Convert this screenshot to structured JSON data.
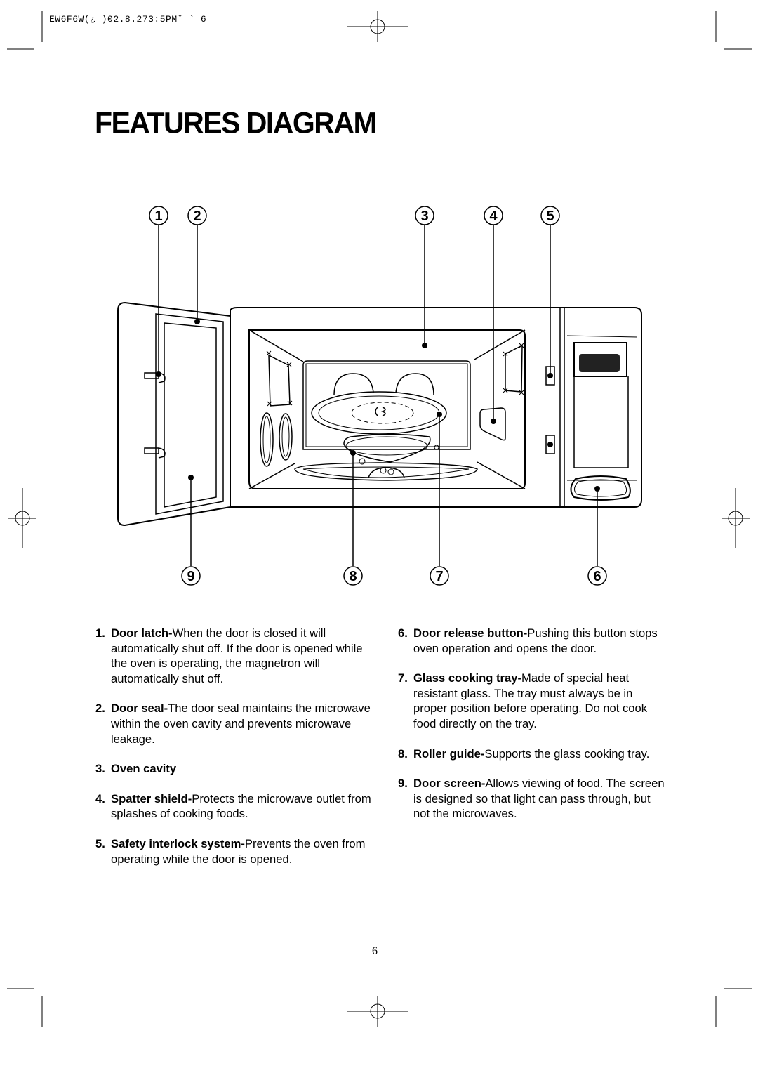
{
  "header": {
    "slug": "EW6F6W(¿ )02.8.273:5PM˘ `  6"
  },
  "page_title": "FEATURES DIAGRAM",
  "callouts": {
    "top": [
      "1",
      "2",
      "3",
      "4",
      "5"
    ],
    "bottom": [
      "9",
      "8",
      "7",
      "6"
    ]
  },
  "features_left": [
    {
      "num": "1.",
      "name": "Door latch-",
      "text": "When the door is closed it will automatically shut off. If the door is opened while the oven is operating, the magnetron will automatically shut off."
    },
    {
      "num": "2.",
      "name": "Door seal-",
      "text": "The door seal maintains the microwave within the oven cavity and prevents  microwave leakage."
    },
    {
      "num": "3.",
      "name": "Oven cavity",
      "text": ""
    },
    {
      "num": "4.",
      "name": "Spatter shield-",
      "text": "Protects the microwave outlet from splashes of cooking foods."
    },
    {
      "num": "5.",
      "name": "Safety interlock system-",
      "text": "Prevents the oven from operating while the door is opened."
    }
  ],
  "features_right": [
    {
      "num": "6.",
      "name": "Door release button-",
      "text": "Pushing this button stops oven operation and opens the door."
    },
    {
      "num": "7.",
      "name": "Glass cooking tray-",
      "text": "Made of special heat resistant glass. The tray must always be in proper position before operating. Do not cook food directly on the tray."
    },
    {
      "num": "8.",
      "name": "Roller guide-",
      "text": "Supports the glass cooking tray."
    },
    {
      "num": "9.",
      "name": "Door screen-",
      "text": "Allows viewing of food. The screen is designed so that light can pass through, but not the microwaves."
    }
  ],
  "page_number": "6"
}
